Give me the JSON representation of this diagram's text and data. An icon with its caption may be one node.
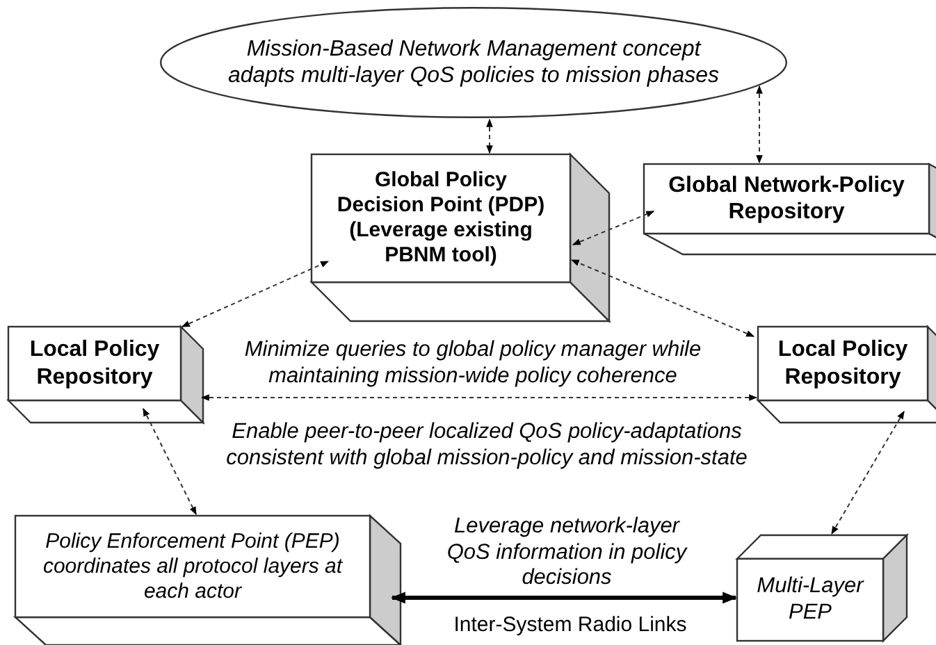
{
  "diagram": {
    "nodes": [
      {
        "text": [
          "Mission-Based Network Management concept adapts multi-layer QoS policies to mission phases"
        ]
      },
      {
        "text": [
          "Global Policy Decision Point (PDP) (Leverage existing PBNM tool)"
        ]
      },
      {
        "text": [
          "Global Network-Policy Repository"
        ]
      },
      {
        "text": [
          "Local Policy Repository"
        ]
      },
      {
        "text": [
          "Local Policy Repository"
        ]
      },
      {
        "text": [
          "Policy Enforcement Point (PEP) coordinates all protocol layers at each actor"
        ]
      },
      {
        "text": [
          "Multi-Layer PEP"
        ]
      }
    ],
    "edges": [
      {
        "from": 0,
        "to": 1,
        "arrow": "both",
        "style": "dashed"
      },
      {
        "from": 0,
        "to": 2,
        "arrow": "both",
        "style": "dashed"
      },
      {
        "from": 1,
        "to": 2,
        "arrow": "both",
        "style": "dashed"
      },
      {
        "from": 3,
        "to": 1,
        "arrow": "both",
        "style": "dashed"
      },
      {
        "from": 4,
        "to": 1,
        "arrow": "both",
        "style": "dashed"
      },
      {
        "from": 3,
        "to": 4,
        "arrow": "both",
        "style": "dashed"
      },
      {
        "from": 3,
        "to": 5,
        "arrow": "both",
        "style": "dashed"
      },
      {
        "from": 4,
        "to": 6,
        "arrow": "both",
        "style": "dashed"
      },
      {
        "from": 5,
        "to": 6,
        "arrow": "both",
        "style": "thick",
        "label": "Inter-System Radio Links"
      }
    ],
    "labels": [
      "Minimize queries to global policy manager while maintaining mission-wide policy coherence",
      "Enable peer-to-peer localized QoS policy-adaptations consistent with global mission-policy and mission-state",
      "Leverage network-layer QoS information in policy decisions"
    ]
  }
}
